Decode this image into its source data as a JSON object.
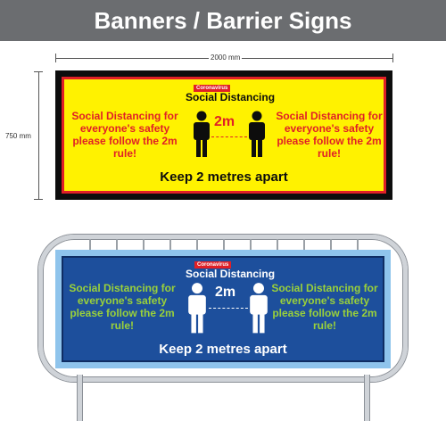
{
  "header": {
    "title": "Banners / Barrier Signs"
  },
  "dimensions": {
    "width_label": "2000 mm",
    "height_label": "750 mm"
  },
  "banner_yellow": {
    "tag": "Coronavirus",
    "subhead": "Social Distancing",
    "left_text": "Social Distancing for everyone's safety please follow the 2m rule!",
    "right_text": "Social Distancing for everyone's safety please follow the 2m rule!",
    "distance": "2m",
    "bottom_text": "Keep 2 metres apart",
    "colors": {
      "face": "#fff200",
      "text": "#e02027",
      "icon": "#0d0d0d"
    }
  },
  "banner_blue": {
    "tag": "Coronavirus",
    "subhead": "Social Distancing",
    "left_text": "Social Distancing for everyone's safety please follow the 2m rule!",
    "right_text": "Social Distancing for everyone's safety please follow the 2m rule!",
    "distance": "2m",
    "bottom_text": "Keep 2 metres apart",
    "colors": {
      "face": "#1d4f9c",
      "text": "#9ad13a",
      "icon": "#ffffff"
    }
  }
}
